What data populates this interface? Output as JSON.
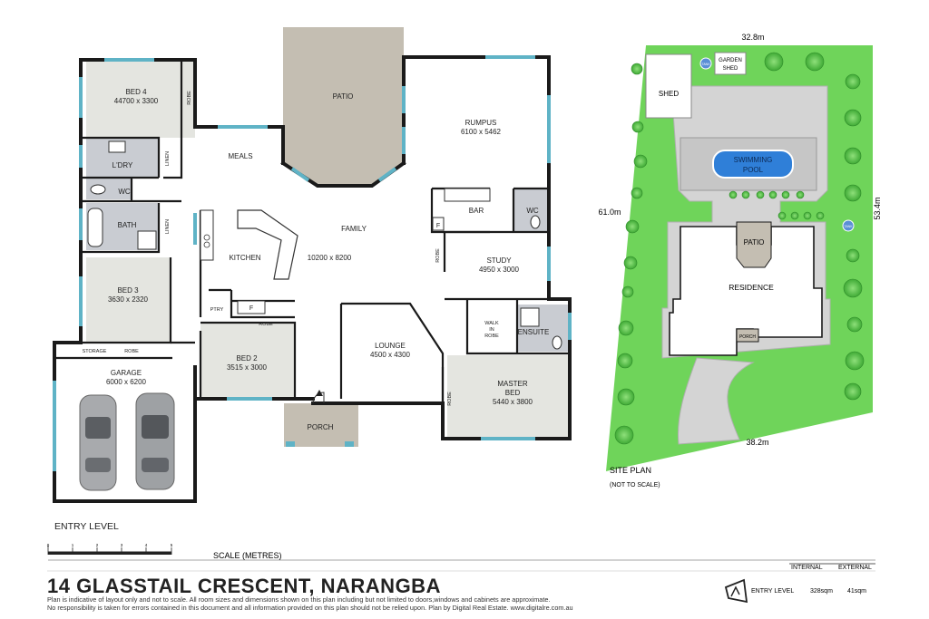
{
  "plan": {
    "rooms": {
      "bed4": {
        "name": "BED 4",
        "dims": "44700 x 3300"
      },
      "robe": "ROBE",
      "linen": "LINEN",
      "laundry": "L'DRY",
      "wc": "WC",
      "bath": "BATH",
      "bed3": {
        "name": "BED 3",
        "dims": "3630 x 2320"
      },
      "storage": "STORAGE",
      "garage": {
        "name": "GARAGE",
        "dims": "6000 x 6200"
      },
      "patio": "PATIO",
      "meals": "MEALS",
      "family": {
        "name": "FAMILY",
        "dims": "10200 x 8200"
      },
      "kitchen": "KITCHEN",
      "pantry": "PTRY",
      "fridge": "F",
      "bed2": {
        "name": "BED 2",
        "dims": "3515 x 3000"
      },
      "porch": "PORCH",
      "rumpus": {
        "name": "RUMPUS",
        "dims": "6100 x 5462"
      },
      "bar": "BAR",
      "study": {
        "name": "STUDY",
        "dims": "4950 x 3000"
      },
      "walk_in_robe": [
        "WALK",
        "IN",
        "ROBE"
      ],
      "ensuite": "ENSUITE",
      "lounge": {
        "name": "LOUNGE",
        "dims": "4500 x 4300"
      },
      "master": {
        "name1": "MASTER",
        "name2": "BED",
        "dims": "5440 x 3800"
      }
    },
    "level_label": "ENTRY LEVEL",
    "scale": {
      "ticks": [
        "0",
        "1",
        "2",
        "3",
        "4",
        "5"
      ],
      "label": "SCALE (METRES)"
    }
  },
  "site": {
    "dims": {
      "top": "32.8m",
      "left": "61.0m",
      "right": "53.4m",
      "bottom": "38.2m"
    },
    "labels": {
      "garden_shed": [
        "GARDEN",
        "SHED"
      ],
      "shed": "SHED",
      "tank": "TANK",
      "pool": [
        "SWIMMING",
        "POOL"
      ],
      "patio": "PATIO",
      "residence": "RESIDENCE",
      "porch": "PORCH"
    },
    "title": "SITE PLAN",
    "subtitle": "(NOT TO SCALE)"
  },
  "footer": {
    "address": "14 GLASSTAIL CRESCENT, NARANGBA",
    "disclaimer1": "Plan is indicative of layout only and not to scale. All room sizes and dimensions shown on this plan including but not limited to doors,windows and cabinets are approximate.",
    "disclaimer2": "No responsibility is taken for errors contained in this document and all information provided on this plan should not be relied upon. Plan by Digital Real Estate. www.digitalre.com.au"
  },
  "areas": {
    "header_internal": "INTERNAL",
    "header_external": "EXTERNAL",
    "row_label": "ENTRY LEVEL",
    "internal": "328sqm",
    "external": "41sqm"
  },
  "colors": {
    "wall": "#1a1a1a",
    "window": "#5fb3c6",
    "wet_area": "#b9bec6",
    "patio": "#c4beb2",
    "lawn": "#6fd45a",
    "pool": "#2f7fd8"
  }
}
